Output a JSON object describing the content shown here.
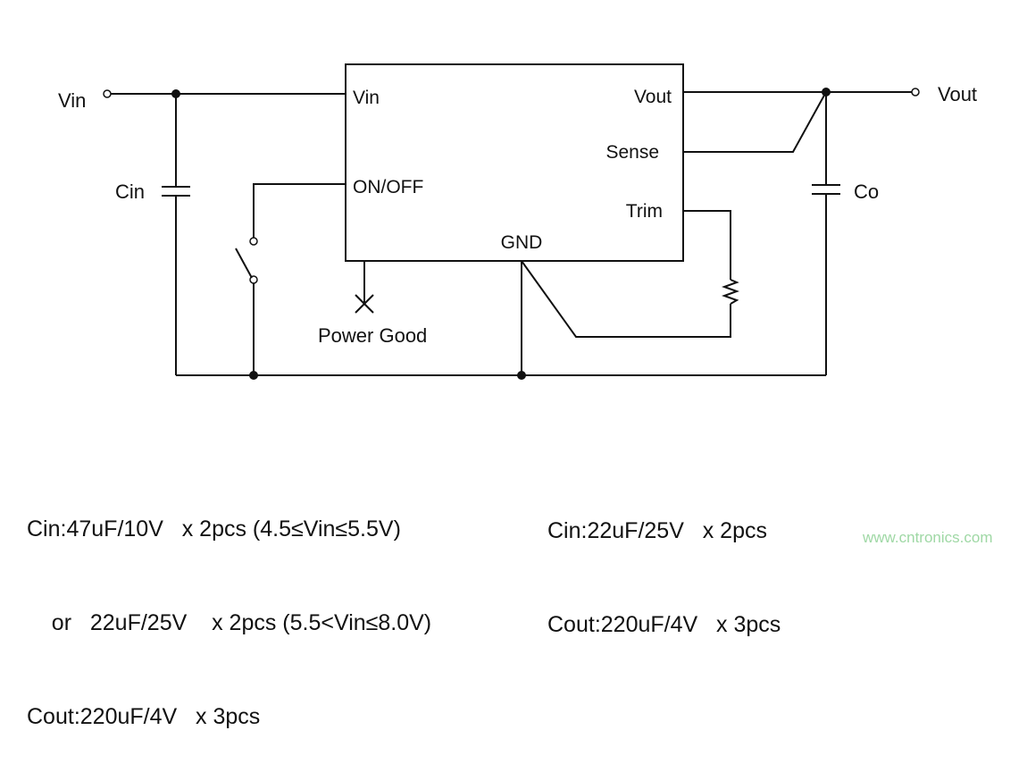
{
  "terminals": {
    "vin_label": "Vin",
    "vout_label": "Vout"
  },
  "components": {
    "cin_label": "Cin",
    "co_label": "Co",
    "power_good_label": "Power Good"
  },
  "module": {
    "pins": {
      "vin": "Vin",
      "on_off": "ON/OFF",
      "vout": "Vout",
      "sense": "Sense",
      "trim": "Trim",
      "gnd": "GND"
    }
  },
  "notes_left": [
    {
      "name": "Cin",
      "value": "47uF/10V",
      "qty": "x 2pcs (4.5≤Vin≤5.5V)"
    },
    {
      "name": "or",
      "value": "22uF/25V",
      "qty": "x 2pcs (5.5<Vin≤8.0V)"
    },
    {
      "name": "Cout",
      "value": "220uF/4V",
      "qty": "x 3pcs"
    }
  ],
  "notes_right": [
    {
      "name": "Cin",
      "value": "22uF/25V",
      "qty": "x 2pcs"
    },
    {
      "name": "Cout",
      "value": "220uF/4V",
      "qty": "x 3pcs"
    }
  ],
  "watermark": "www.cntronics.com"
}
